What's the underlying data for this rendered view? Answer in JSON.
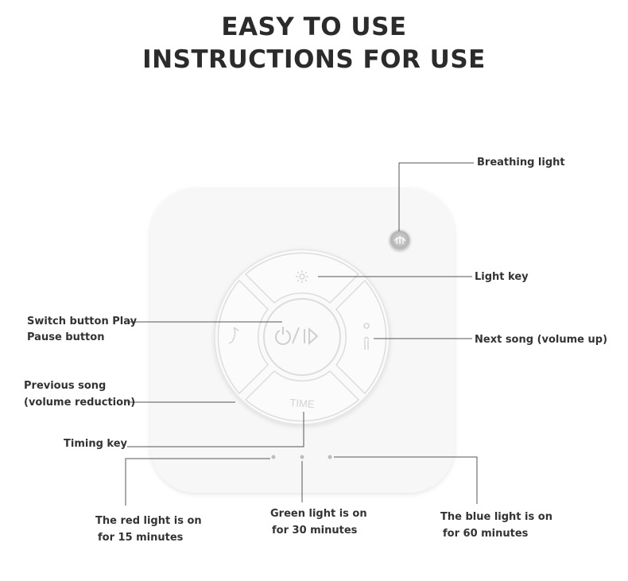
{
  "header": {
    "title_line1": "EASY TO USE",
    "title_line2": "INSTRUCTIONS FOR USE"
  },
  "device": {
    "button_label": "TIME"
  },
  "labels": {
    "breathing_light": "Breathing light",
    "light_key": "Light key",
    "switch_button_line1": "Switch button Play",
    "switch_button_line2": "Pause button",
    "next_song": "Next song (volume up)",
    "previous_song_line1": "Previous song",
    "previous_song_line2": "(volume reduction)",
    "timing_key": "Timing key",
    "red_light_line1": "The red light is on",
    "red_light_line2": "for 15 minutes",
    "green_light_line1": "Green light is on",
    "green_light_line2": "for 30 minutes",
    "blue_light_line1": "The blue light is on",
    "blue_light_line2": "for 60 minutes"
  },
  "colors": {
    "line": "#555555",
    "device": "#f7f7f7",
    "button_edge": "#e2e2e2"
  }
}
